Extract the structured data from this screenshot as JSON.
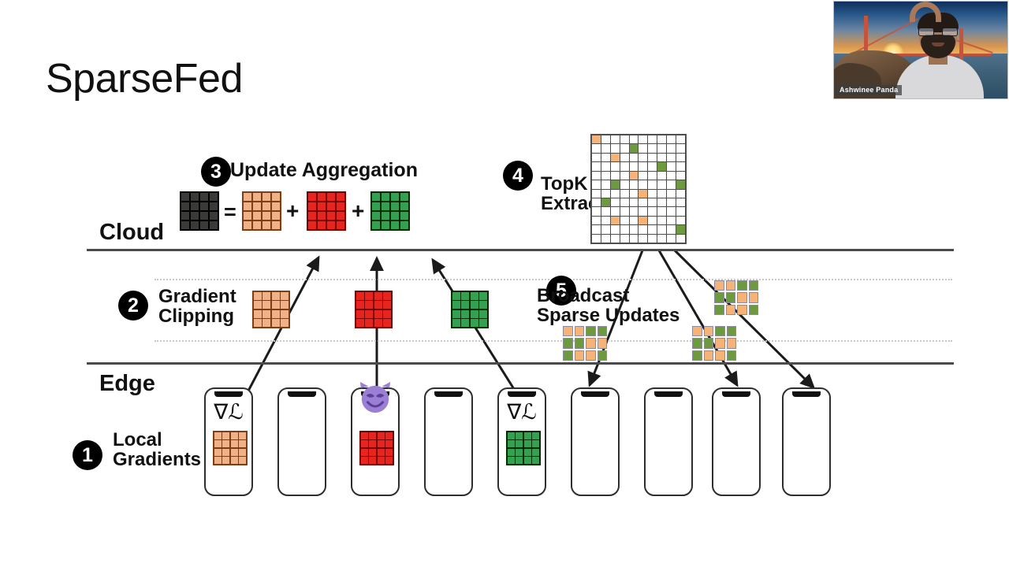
{
  "slide": {
    "title": "SparseFed"
  },
  "webcam": {
    "participant_name": "Ashwinee Panda"
  },
  "zones": [
    {
      "id": "cloud",
      "label": "Cloud"
    },
    {
      "id": "edge",
      "label": "Edge"
    }
  ],
  "steps": [
    {
      "number": "1",
      "label": "Local\nGradients"
    },
    {
      "number": "2",
      "label": "Gradient\nClipping"
    },
    {
      "number": "3",
      "label": "Update Aggregation"
    },
    {
      "number": "4",
      "label": "TopK\nExtract"
    },
    {
      "number": "5",
      "label": "Broadcast\nSparse Updates"
    }
  ],
  "colors": {
    "aggregate_gray": "#3a3a38",
    "client_peach": "#f0b088",
    "client_red": "#e8241f",
    "client_green": "#34a052",
    "sparse_orange": "#f5b377",
    "sparse_green": "#6d9a3f",
    "grid_line": "#4e4e4e",
    "badge_black": "#000000",
    "divider": "#4b4b4b",
    "devil_purple": "#9b7fd4"
  },
  "aggregation": {
    "result_label": "aggregate-gradient-grid",
    "operators": [
      "=",
      "+",
      "+"
    ],
    "operand_colors": [
      "#f0b088",
      "#e8241f",
      "#34a052"
    ],
    "grid_size": 4
  },
  "clipping": {
    "grid_colors": [
      "#f0b088",
      "#e8241f",
      "#34a052"
    ],
    "grid_size": 4
  },
  "topk": {
    "cols": 10,
    "rows": 12,
    "filled": [
      {
        "r": 0,
        "c": 0,
        "color": "#f5b377"
      },
      {
        "r": 1,
        "c": 4,
        "color": "#6d9a3f"
      },
      {
        "r": 2,
        "c": 2,
        "color": "#f5b377"
      },
      {
        "r": 3,
        "c": 7,
        "color": "#6d9a3f"
      },
      {
        "r": 4,
        "c": 4,
        "color": "#f5b377"
      },
      {
        "r": 5,
        "c": 2,
        "color": "#6d9a3f"
      },
      {
        "r": 5,
        "c": 9,
        "color": "#6d9a3f"
      },
      {
        "r": 6,
        "c": 5,
        "color": "#f5b377"
      },
      {
        "r": 7,
        "c": 1,
        "color": "#6d9a3f"
      },
      {
        "r": 9,
        "c": 2,
        "color": "#f5b377"
      },
      {
        "r": 9,
        "c": 5,
        "color": "#f5b377"
      },
      {
        "r": 10,
        "c": 9,
        "color": "#6d9a3f"
      }
    ]
  },
  "broadcast_blocks": [
    {
      "name": "sparse-update-block-1",
      "cells": [
        "o",
        "o",
        "g",
        "g",
        "g",
        "g",
        "o",
        "o",
        "g",
        "o",
        "o",
        "g"
      ]
    },
    {
      "name": "sparse-update-block-2",
      "cells": [
        "o",
        "o",
        "g",
        "g",
        "g",
        "g",
        "o",
        "o",
        "g",
        "o",
        "o",
        "g"
      ]
    },
    {
      "name": "sparse-update-block-3",
      "cells": [
        "o",
        "o",
        "g",
        "g",
        "g",
        "g",
        "o",
        "o",
        "g",
        "o",
        "o",
        "g"
      ]
    }
  ],
  "phones": [
    {
      "index": 1,
      "symbol": "∇ℒ",
      "grid_color": "#f0b088",
      "has_devil": false
    },
    {
      "index": 2,
      "symbol": "",
      "grid_color": "",
      "has_devil": false
    },
    {
      "index": 3,
      "symbol": "",
      "grid_color": "#e8241f",
      "has_devil": true
    },
    {
      "index": 4,
      "symbol": "",
      "grid_color": "",
      "has_devil": false
    },
    {
      "index": 5,
      "symbol": "∇ℒ",
      "grid_color": "#34a052",
      "has_devil": false
    },
    {
      "index": 6,
      "symbol": "",
      "grid_color": "",
      "has_devil": false
    },
    {
      "index": 7,
      "symbol": "",
      "grid_color": "",
      "has_devil": false
    },
    {
      "index": 8,
      "symbol": "",
      "grid_color": "",
      "has_devil": false
    },
    {
      "index": 9,
      "symbol": "",
      "grid_color": "",
      "has_devil": false
    }
  ]
}
